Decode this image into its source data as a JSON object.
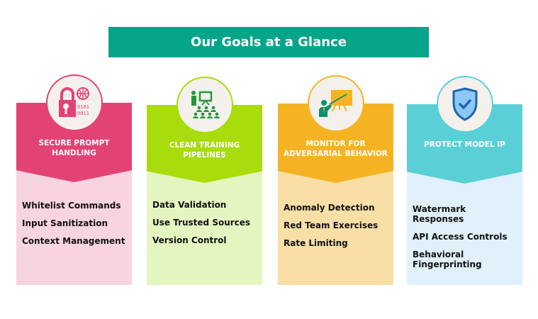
{
  "title": "Our Goals at a Glance",
  "cards": [
    {
      "heading": "SECURE PROMPT HANDLING",
      "icon": "lock-globe-binary-icon",
      "color": "#e34374",
      "light": "#f7d4df",
      "items": [
        "Whitelist Commands",
        "Input Sanitization",
        "Context Management"
      ],
      "icon_text": "0101 0011"
    },
    {
      "heading": "CLEAN TRAINING PIPELINES",
      "icon": "presentation-audience-icon",
      "color": "#a8dc0c",
      "light": "#e5f5c0",
      "items": [
        "Data Validation",
        "Use Trusted Sources",
        "Version Control"
      ]
    },
    {
      "heading": "MONITOR FOR ADVERSARIAL BEHAVIOR",
      "icon": "presenter-board-icon",
      "color": "#f5b324",
      "light": "#f9dfa6",
      "items": [
        "Anomaly Detection",
        "Red Team Exercises",
        "Rate Limiting"
      ]
    },
    {
      "heading": "PROTECT MODEL IP",
      "icon": "shield-check-icon",
      "color": "#5bcfd6",
      "light": "#e0f1fb",
      "items": [
        "Watermark Responses",
        "API Access Controls",
        "Behavioral Fingerprinting"
      ]
    }
  ]
}
